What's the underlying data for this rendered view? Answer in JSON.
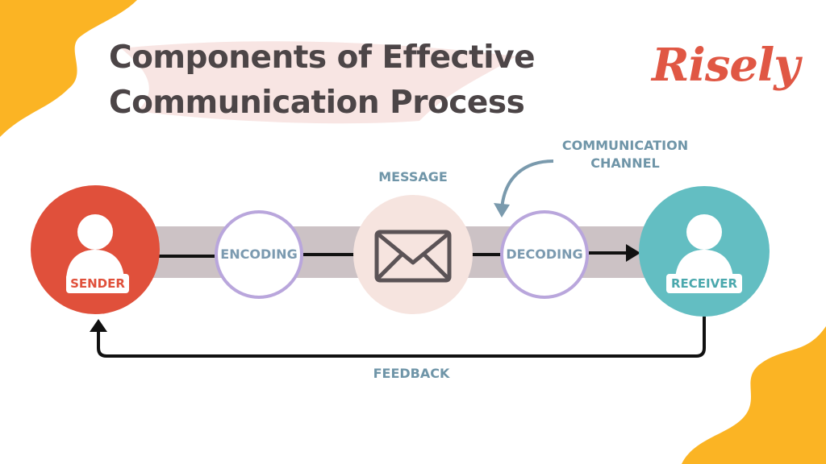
{
  "title": {
    "line1": "Components of Effective",
    "line2": "Communication Process"
  },
  "brand": {
    "name": "Risely"
  },
  "labels": {
    "message": "MESSAGE",
    "channel_line1": "COMMUNICATION",
    "channel_line2": "CHANNEL",
    "feedback": "FEEDBACK"
  },
  "nodes": {
    "sender": "SENDER",
    "encoding": "ENCODING",
    "decoding": "DECODING",
    "receiver": "RECEIVER"
  },
  "colors": {
    "sender": "#e0503b",
    "receiver": "#63bec2",
    "accent_yellow": "#fbb424",
    "channel_bar": "#ccc2c5",
    "node_border": "#b9a6dc",
    "message_circle": "#f6e4df",
    "label_text": "#6f95a8"
  },
  "icons": {
    "message": "envelope-icon",
    "sender": "person-icon",
    "receiver": "person-icon"
  }
}
